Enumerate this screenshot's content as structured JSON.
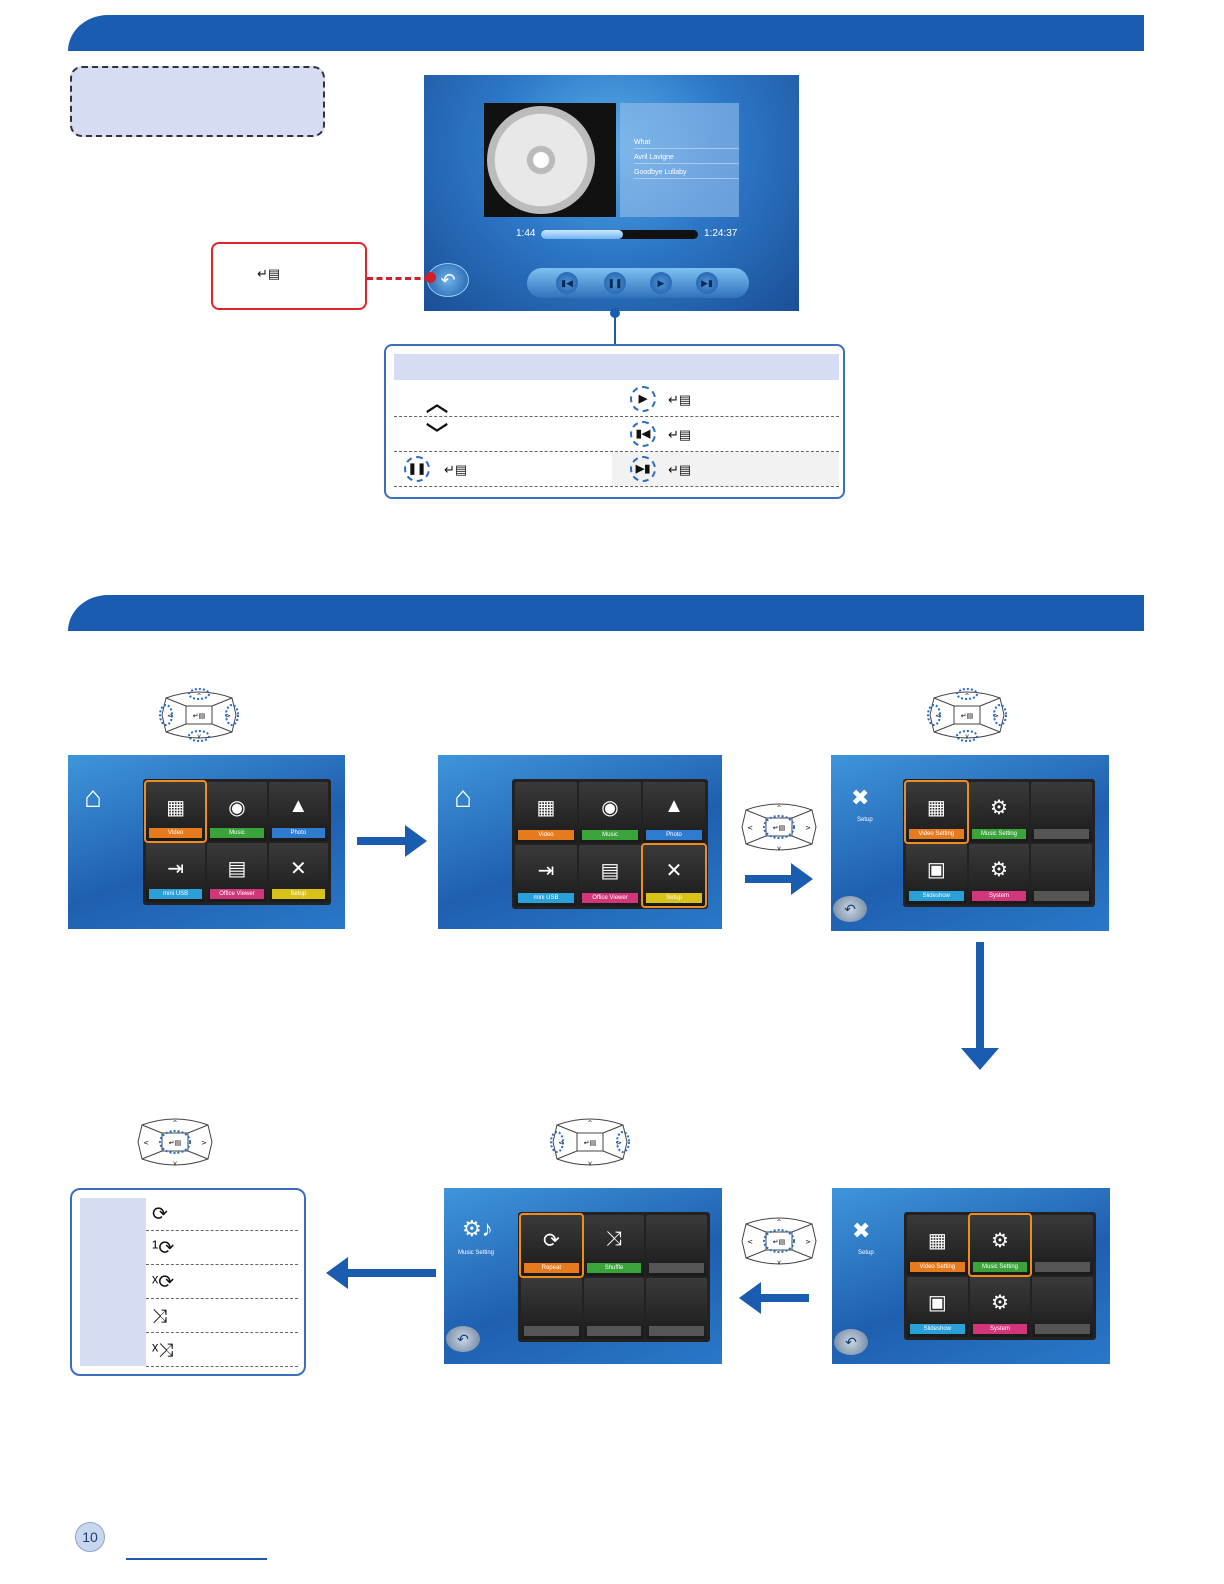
{
  "player": {
    "track_title": "What",
    "artist": "Avril Lavigne",
    "album": "Goodbye Lullaby",
    "elapsed": "1:44",
    "total": "1:24:37",
    "progress": 0.52
  },
  "enter_symbol": "↵▤",
  "home_menu": {
    "items": [
      "Video",
      "Music",
      "Photo",
      "mini USB",
      "Office Viewer",
      "Setup"
    ]
  },
  "setup_menu": {
    "title": "Setup",
    "items": [
      "Video Setting",
      "Music Setting",
      "Slideshow",
      "System"
    ]
  },
  "music_setting": {
    "title": "Music Setting",
    "items": [
      "Repeat",
      "Shuffle"
    ]
  },
  "page_number": "10",
  "colors": {
    "section_bar": "#1a5cb0",
    "label_video": "#e67a1c",
    "label_music": "#3aa33a",
    "label_photo": "#2f7bd0",
    "label_usb": "#2aa0d8",
    "label_office": "#d2367a",
    "label_setup": "#d8c21a"
  }
}
